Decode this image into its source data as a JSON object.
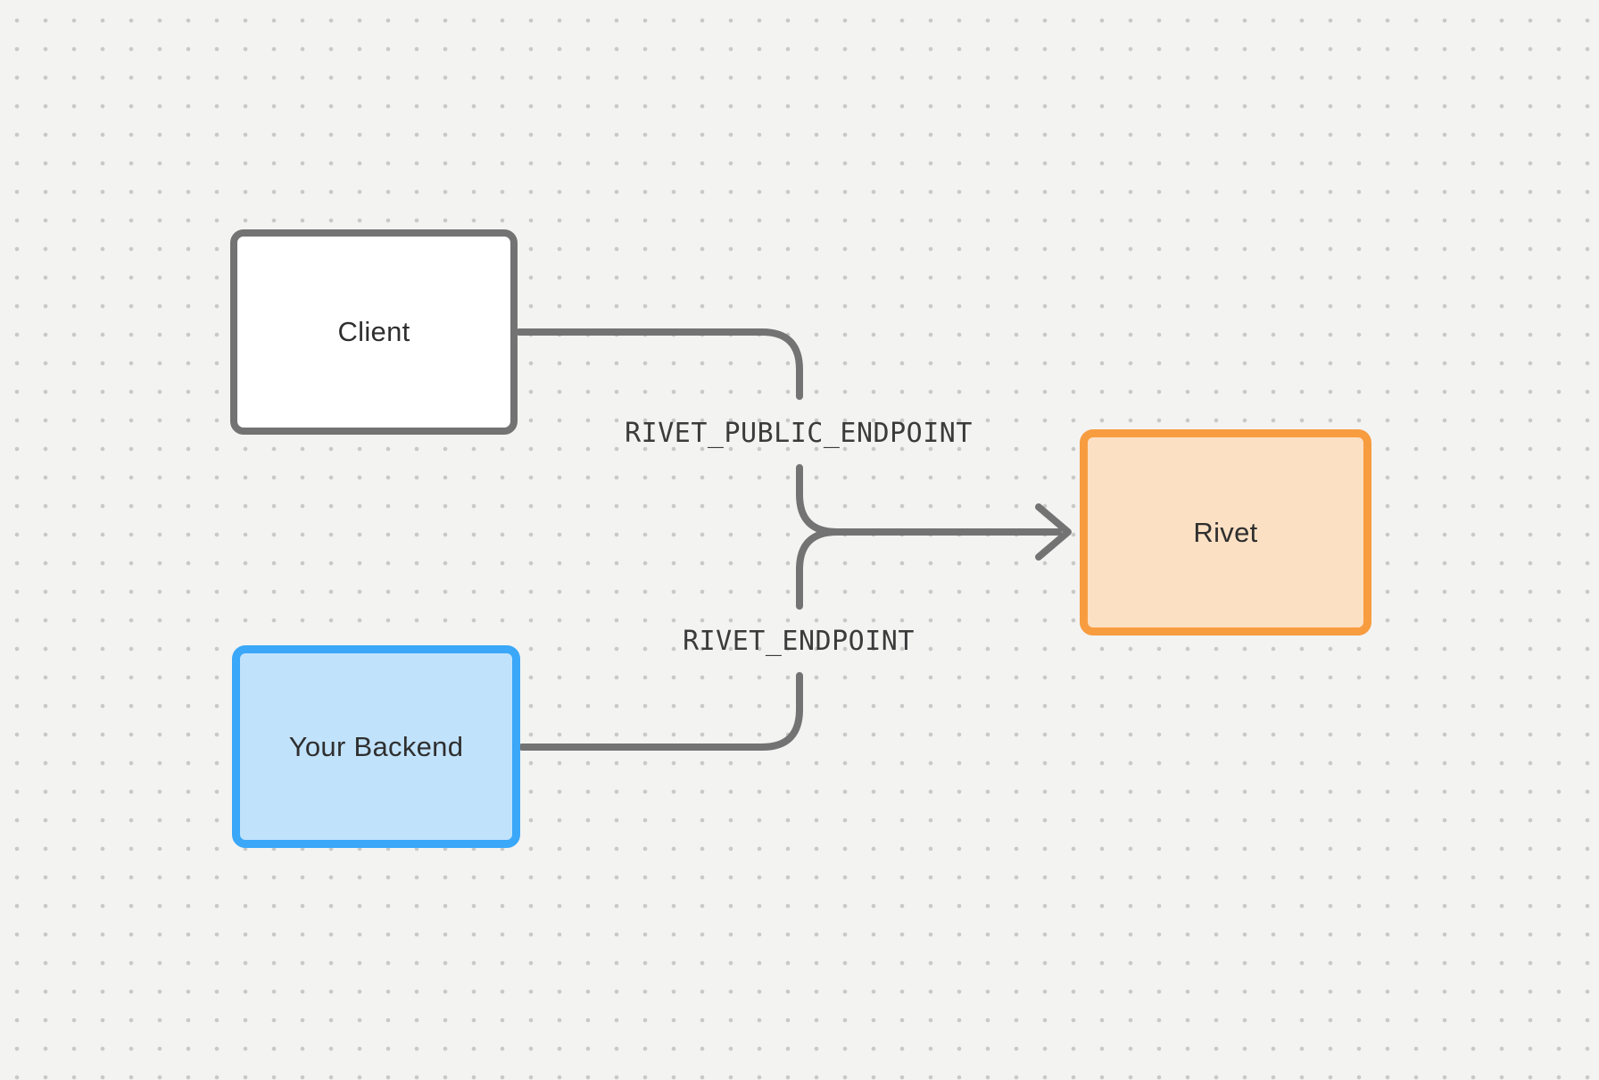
{
  "diagram": {
    "nodes": [
      {
        "id": "client",
        "label": "Client"
      },
      {
        "id": "backend",
        "label": "Your Backend"
      },
      {
        "id": "rivet",
        "label": "Rivet"
      }
    ],
    "edges": [
      {
        "from": "client",
        "to": "rivet",
        "label": "RIVET_PUBLIC_ENDPOINT"
      },
      {
        "from": "backend",
        "to": "rivet",
        "label": "RIVET_ENDPOINT"
      }
    ]
  },
  "colors": {
    "background": "#f3f3f2",
    "dot": "#c9c9c8",
    "connector": "#737373",
    "node_text": "#2f2f2f",
    "label_text": "#3b3b3b",
    "client_fill": "#ffffff",
    "client_border": "#737373",
    "backend_fill": "#c1e2fb",
    "backend_border": "#3aa7f8",
    "rivet_fill": "#fce0c3",
    "rivet_border": "#f89c40"
  }
}
